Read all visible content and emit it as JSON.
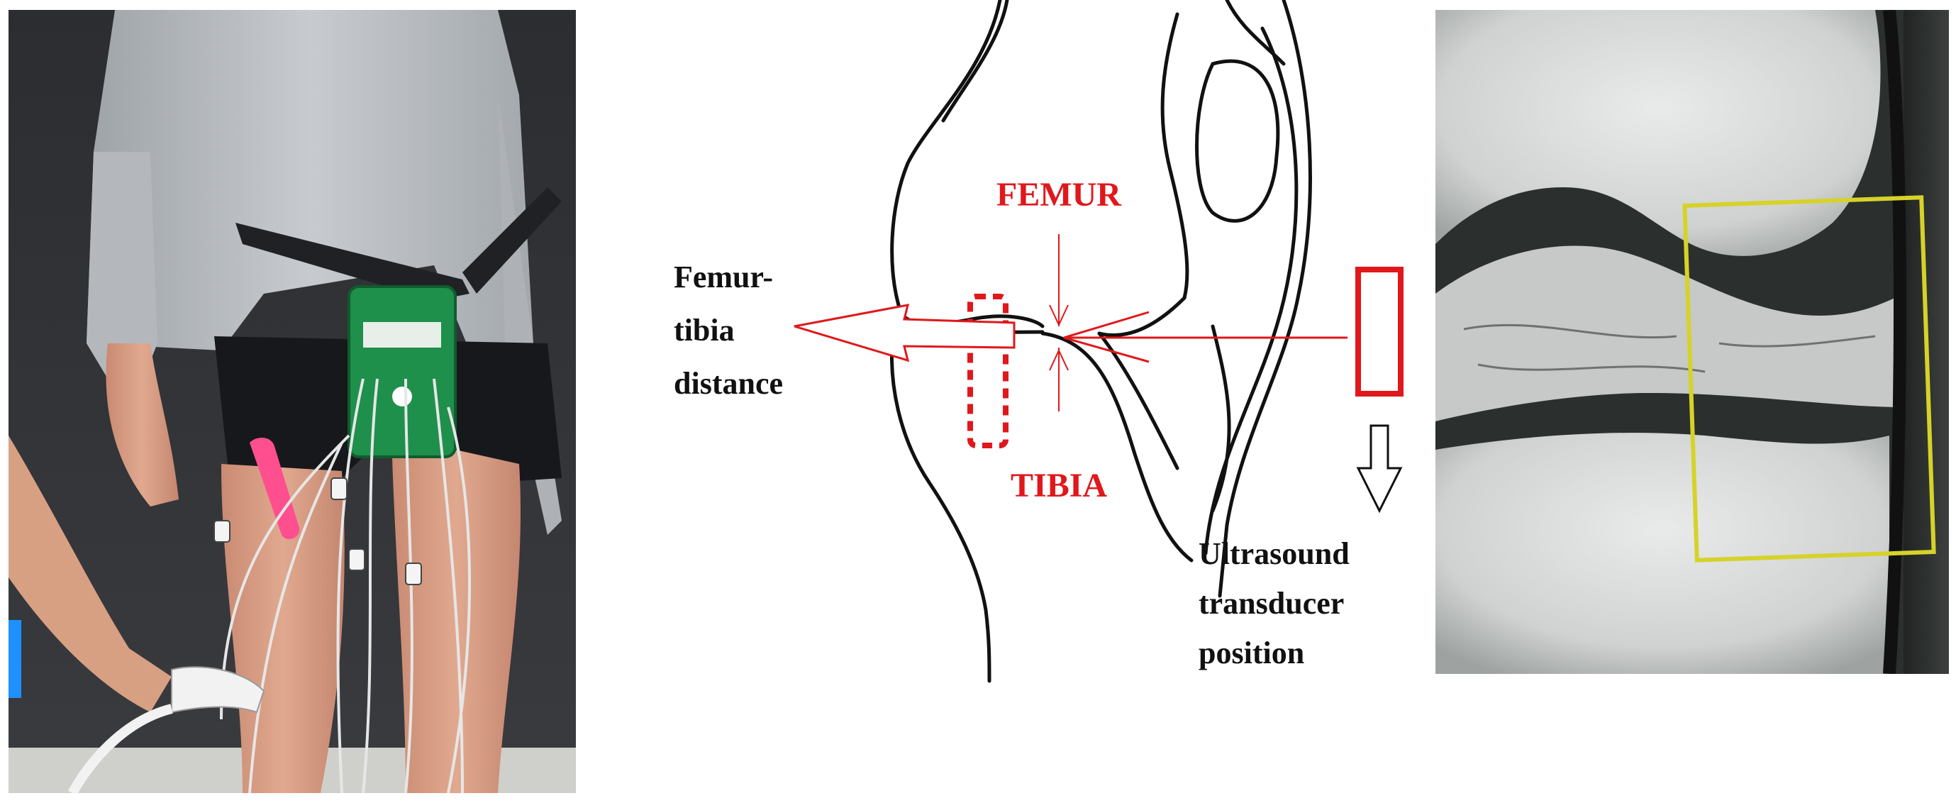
{
  "figure": {
    "photo_panel": {
      "tape_color": "#ff4f8f",
      "device_color": "#1f8f4c",
      "device_icon": "device-logo-icon"
    },
    "diagram_panel": {
      "labels": {
        "femur": "FEMUR",
        "tibia": "TIBIA",
        "femur_tibia_line1": "Femur-",
        "femur_tibia_line2": "tibia",
        "femur_tibia_line3": "distance",
        "transducer_line1": "Ultrasound",
        "transducer_line2": "transducer",
        "transducer_line3": "position"
      },
      "colors": {
        "red": "#e0181b",
        "outline": "#111111"
      }
    },
    "mri_panel": {
      "roi_color": "#d6d229"
    }
  }
}
